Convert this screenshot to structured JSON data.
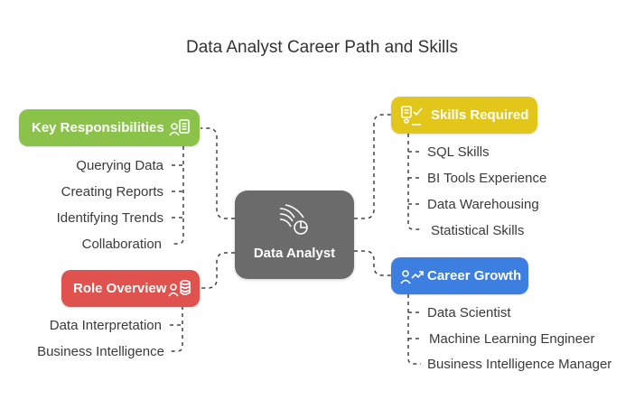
{
  "title": "Data Analyst Career Path and Skills",
  "center": {
    "label": "Data Analyst",
    "icon": "data-analysis-icon"
  },
  "branches": {
    "responsibilities": {
      "label": "Key Responsibilities",
      "icon": "person-checklist-icon",
      "color": "#8bc34a",
      "items": [
        "Querying Data",
        "Creating Reports",
        "Identifying Trends",
        "Collaboration"
      ]
    },
    "overview": {
      "label": "Role Overview",
      "icon": "person-database-icon",
      "color": "#e0524d",
      "items": [
        "Data Interpretation",
        "Business Intelligence"
      ]
    },
    "skills": {
      "label": "Skills Required",
      "icon": "checklist-person-icon",
      "color": "#e3c61a",
      "items": [
        "SQL Skills",
        "BI Tools Experience",
        "Data Warehousing",
        "Statistical Skills"
      ]
    },
    "growth": {
      "label": "Career Growth",
      "icon": "person-growth-icon",
      "color": "#3d7fe0",
      "items": [
        "Data Scientist",
        "Machine Learning Engineer",
        "Business Intelligence Manager"
      ]
    }
  }
}
